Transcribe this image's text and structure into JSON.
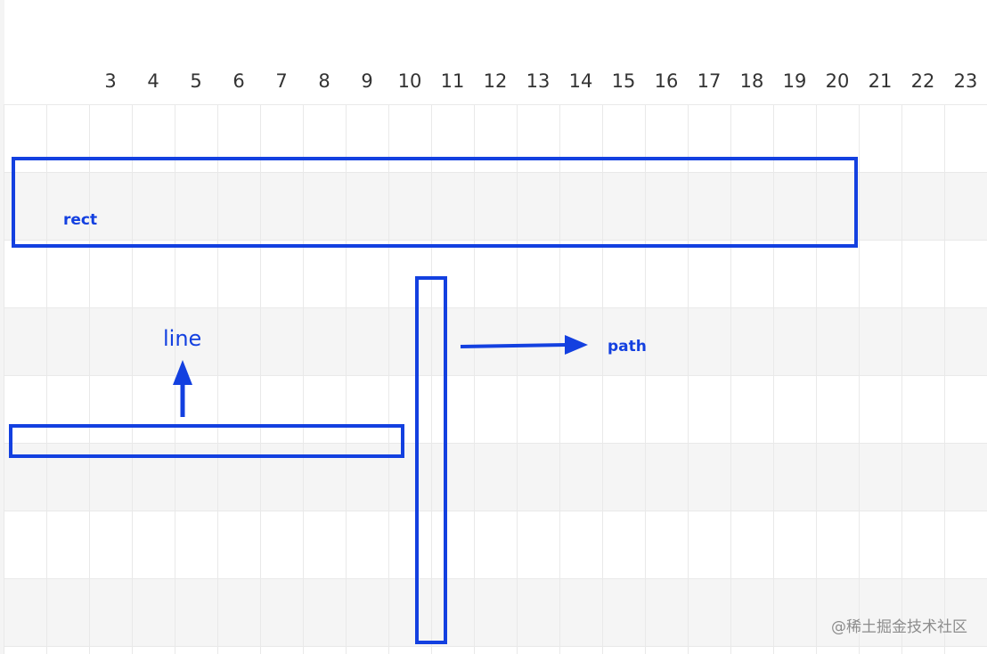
{
  "timeline": {
    "hours": [
      "3",
      "4",
      "5",
      "6",
      "7",
      "8",
      "9",
      "10",
      "11",
      "12",
      "13",
      "14",
      "15",
      "16",
      "17",
      "18",
      "19",
      "20",
      "21",
      "22",
      "23"
    ]
  },
  "annotations": {
    "rect_label": "rect",
    "line_label": "line",
    "path_label": "path"
  },
  "watermark": "@稀土掘金技术社区",
  "colors": {
    "accent": "#1340e0",
    "grid_line": "#e9e9e9",
    "band": "#f5f5f5",
    "hour_text": "#333333",
    "watermark_text": "#8c8c8c"
  }
}
